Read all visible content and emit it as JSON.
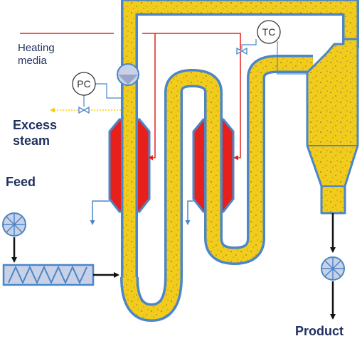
{
  "labels": {
    "heating_media_line1": "Heating",
    "heating_media_line2": "media",
    "excess_steam_line1": "Excess",
    "excess_steam_line2": "steam",
    "feed": "Feed",
    "product": "Product",
    "pressure_controller": "PC",
    "temperature_controller": "TC"
  },
  "colors": {
    "pipe_fill": "#f2cc1c",
    "pipe_outline": "#4a86c8",
    "jacket": "#e8201c",
    "heating_line": "#e8201c",
    "steam_line": "#f2cc1c",
    "signal_line": "#4a86c8",
    "arrow": "#111111",
    "text": "#1f2f5f"
  },
  "icons": [
    "rotary-valve-icon",
    "screw-conveyor-icon",
    "control-valve-icon",
    "flow-arrow-icon",
    "circulation-fan-icon"
  ]
}
